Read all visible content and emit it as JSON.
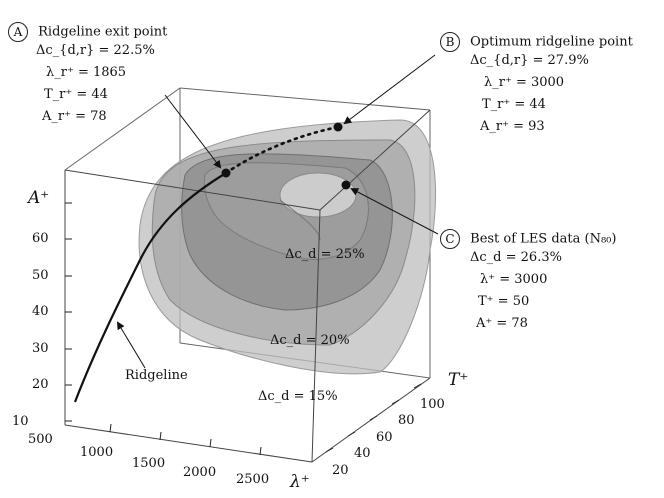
{
  "axes": {
    "z_title": "A⁺",
    "x_title": "λ⁺",
    "y_title": "T⁺",
    "z_ticks": [
      "10",
      "20",
      "30",
      "40",
      "50",
      "60"
    ],
    "x_ticks": [
      "500",
      "1000",
      "1500",
      "2000",
      "2500"
    ],
    "y_ticks": [
      "20",
      "40",
      "60",
      "80",
      "100"
    ]
  },
  "annotations": {
    "A": {
      "marker": "A",
      "title": "Ridgeline exit point",
      "lines": [
        "Δc_{d,r} = 22.5%",
        "λ_r⁺ = 1865",
        "T_r⁺ = 44",
        "A_r⁺ = 78"
      ]
    },
    "B": {
      "marker": "B",
      "title": "Optimum ridgeline point",
      "lines": [
        "Δc_{d,r} = 27.9%",
        "λ_r⁺ = 3000",
        "T_r⁺ = 44",
        "A_r⁺ = 93"
      ]
    },
    "C": {
      "marker": "C",
      "title": "Best of LES data (N₈₀)",
      "lines": [
        "Δc_d = 26.3%",
        "λ⁺ = 3000",
        "T⁺ = 50",
        "A⁺ = 78"
      ]
    }
  },
  "contours": {
    "c25": "Δc_d = 25%",
    "c20": "Δc_d = 20%",
    "c15": "Δc_d = 15%"
  },
  "ridgeline_label": "Ridgeline"
}
